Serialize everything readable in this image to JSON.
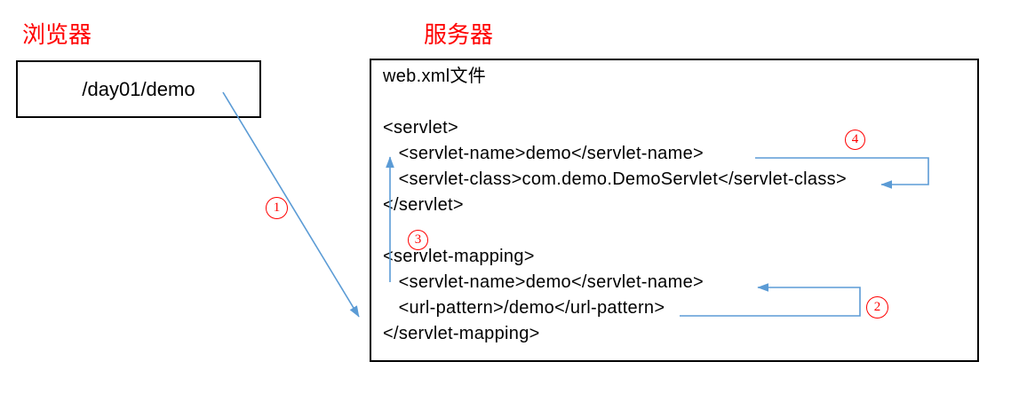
{
  "browser": {
    "title": "浏览器",
    "request_path": "/day01/demo"
  },
  "server": {
    "title": "服务器",
    "lines": [
      "web.xml文件",
      "",
      "<servlet>",
      "   <servlet-name>demo</servlet-name>",
      "   <servlet-class>com.demo.DemoServlet</servlet-class>",
      "</servlet>",
      "",
      "<servlet-mapping>",
      "   <servlet-name>demo</servlet-name>",
      "   <url-pattern>/demo</url-pattern>",
      "</servlet-mapping>"
    ]
  },
  "steps": [
    {
      "label": "1"
    },
    {
      "label": "2"
    },
    {
      "label": "3"
    },
    {
      "label": "4"
    }
  ],
  "colors": {
    "arrow_blue": "#5B9BD5",
    "accent_red": "#FF0000",
    "text_black": "#000000",
    "background": "#FFFFFF"
  }
}
